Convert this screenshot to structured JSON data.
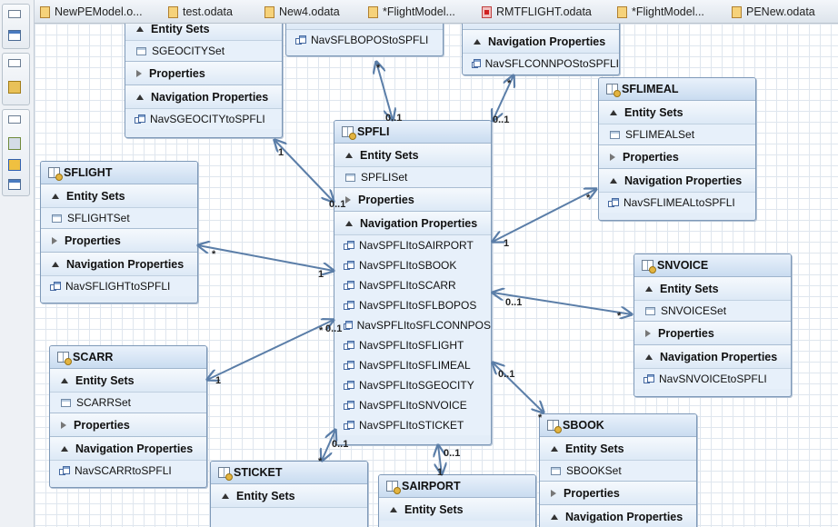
{
  "tabs": [
    {
      "label": "NewPEModel.o...",
      "icon": "odata-file-icon"
    },
    {
      "label": "test.odata",
      "icon": "odata-file-icon"
    },
    {
      "label": "New4.odata",
      "icon": "odata-file-icon"
    },
    {
      "label": "*FlightModel...",
      "icon": "odata-file-icon"
    },
    {
      "label": "RMTFLIGHT.odata",
      "icon": "odata-file-error-icon"
    },
    {
      "label": "*FlightModel...",
      "icon": "odata-file-icon"
    },
    {
      "label": "PENew.odata",
      "icon": "odata-file-icon"
    }
  ],
  "sections": {
    "entity_sets": "Entity Sets",
    "properties": "Properties",
    "navigation_properties": "Navigation Properties"
  },
  "entities": {
    "sgeocity": {
      "set": "SGEOCITYSet",
      "nav": [
        "NavSGEOCITYtoSPFLI"
      ]
    },
    "sflbopos": {
      "nav": [
        "NavSFLBOPOStoSPFLI"
      ]
    },
    "sflconnpos": {
      "nav": [
        "NavSFLCONNPOStoSPFLI"
      ]
    },
    "sflimeal": {
      "name": "SFLIMEAL",
      "set": "SFLIMEALSet",
      "nav": [
        "NavSFLIMEALtoSPFLI"
      ]
    },
    "sflight": {
      "name": "SFLIGHT",
      "set": "SFLIGHTSet",
      "nav": [
        "NavSFLIGHTtoSPFLI"
      ]
    },
    "spfli": {
      "name": "SPFLI",
      "set": "SPFLISet",
      "nav": [
        "NavSPFLItoSAIRPORT",
        "NavSPFLItoSBOOK",
        "NavSPFLItoSCARR",
        "NavSPFLItoSFLBOPOS",
        "NavSPFLItoSFLCONNPOS",
        "NavSPFLItoSFLIGHT",
        "NavSPFLItoSFLIMEAL",
        "NavSPFLItoSGEOCITY",
        "NavSPFLItoSNVOICE",
        "NavSPFLItoSTICKET"
      ]
    },
    "snvoice": {
      "name": "SNVOICE",
      "set": "SNVOICESet",
      "nav": [
        "NavSNVOICEtoSPFLI"
      ]
    },
    "scarr": {
      "name": "SCARR",
      "set": "SCARRSet",
      "nav": [
        "NavSCARRtoSPFLI"
      ]
    },
    "sbook": {
      "name": "SBOOK",
      "set": "SBOOKSet"
    },
    "sticket": {
      "name": "STICKET"
    },
    "sairport": {
      "name": "SAIRPORT"
    }
  },
  "multiplicities": {
    "one": "1",
    "many": "*",
    "zero_one": "0..1"
  },
  "colors": {
    "entity_fill": "#e3edf8",
    "entity_header": "#c9dcf0",
    "association_line": "#5b7ea8"
  }
}
